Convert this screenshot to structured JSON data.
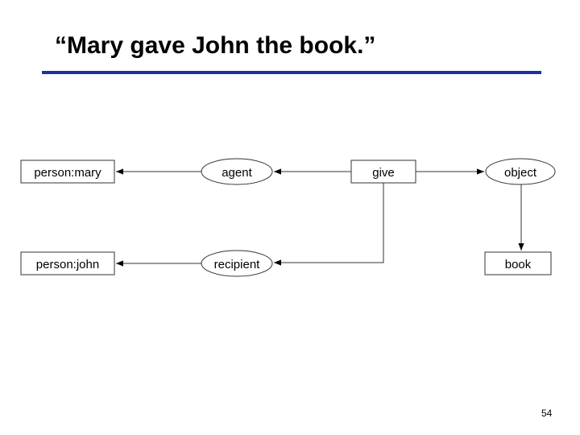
{
  "slide": {
    "title": "“Mary gave John the book.”",
    "page_number": "54",
    "rule_color": "#1f2fa8"
  },
  "diagram": {
    "nodes": {
      "person_mary": "person:mary",
      "agent": "agent",
      "give": "give",
      "object": "object",
      "person_john": "person:john",
      "recipient": "recipient",
      "book": "book"
    }
  }
}
